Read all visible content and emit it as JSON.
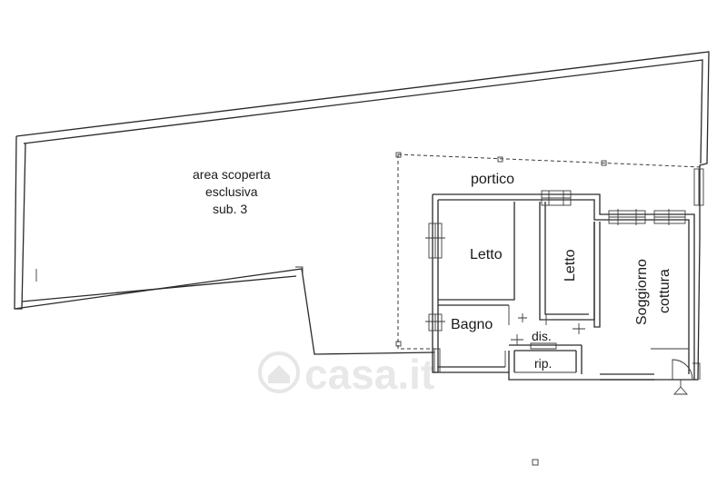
{
  "plan": {
    "outdoor": {
      "line1": "area scoperta",
      "line2": "esclusiva",
      "line3": "sub. 3"
    },
    "portico": "portico",
    "rooms": {
      "letto_1": "Letto",
      "letto_2": "Letto",
      "soggiorno_line1": "Soggiorno",
      "soggiorno_line2": "cottura",
      "bagno": "Bagno",
      "dis": "dis.",
      "rip": "rip."
    },
    "watermark": "casa.it",
    "icons": [
      "house-icon",
      "entrance-arrow-icon",
      "door-swing-icon",
      "window-icon"
    ]
  }
}
